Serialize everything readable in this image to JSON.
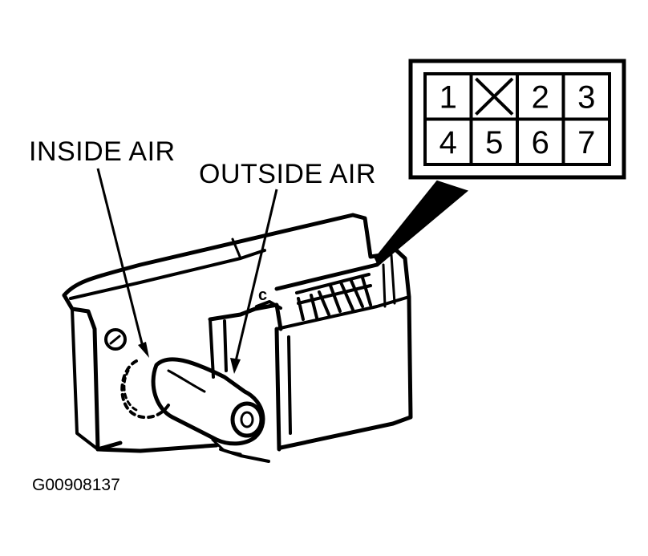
{
  "labels": {
    "inside_air": "INSIDE AIR",
    "outside_air": "OUTSIDE AIR",
    "motor_marking": "c",
    "figure_id": "G00908137"
  },
  "connector": {
    "rows": [
      [
        {
          "label": "1",
          "blank": false
        },
        {
          "label": "",
          "blank": true
        },
        {
          "label": "2",
          "blank": false
        },
        {
          "label": "3",
          "blank": false
        }
      ],
      [
        {
          "label": "4",
          "blank": false
        },
        {
          "label": "5",
          "blank": false
        },
        {
          "label": "6",
          "blank": false
        },
        {
          "label": "7",
          "blank": false
        }
      ]
    ]
  },
  "colors": {
    "ink": "#000000",
    "paper": "#ffffff"
  }
}
